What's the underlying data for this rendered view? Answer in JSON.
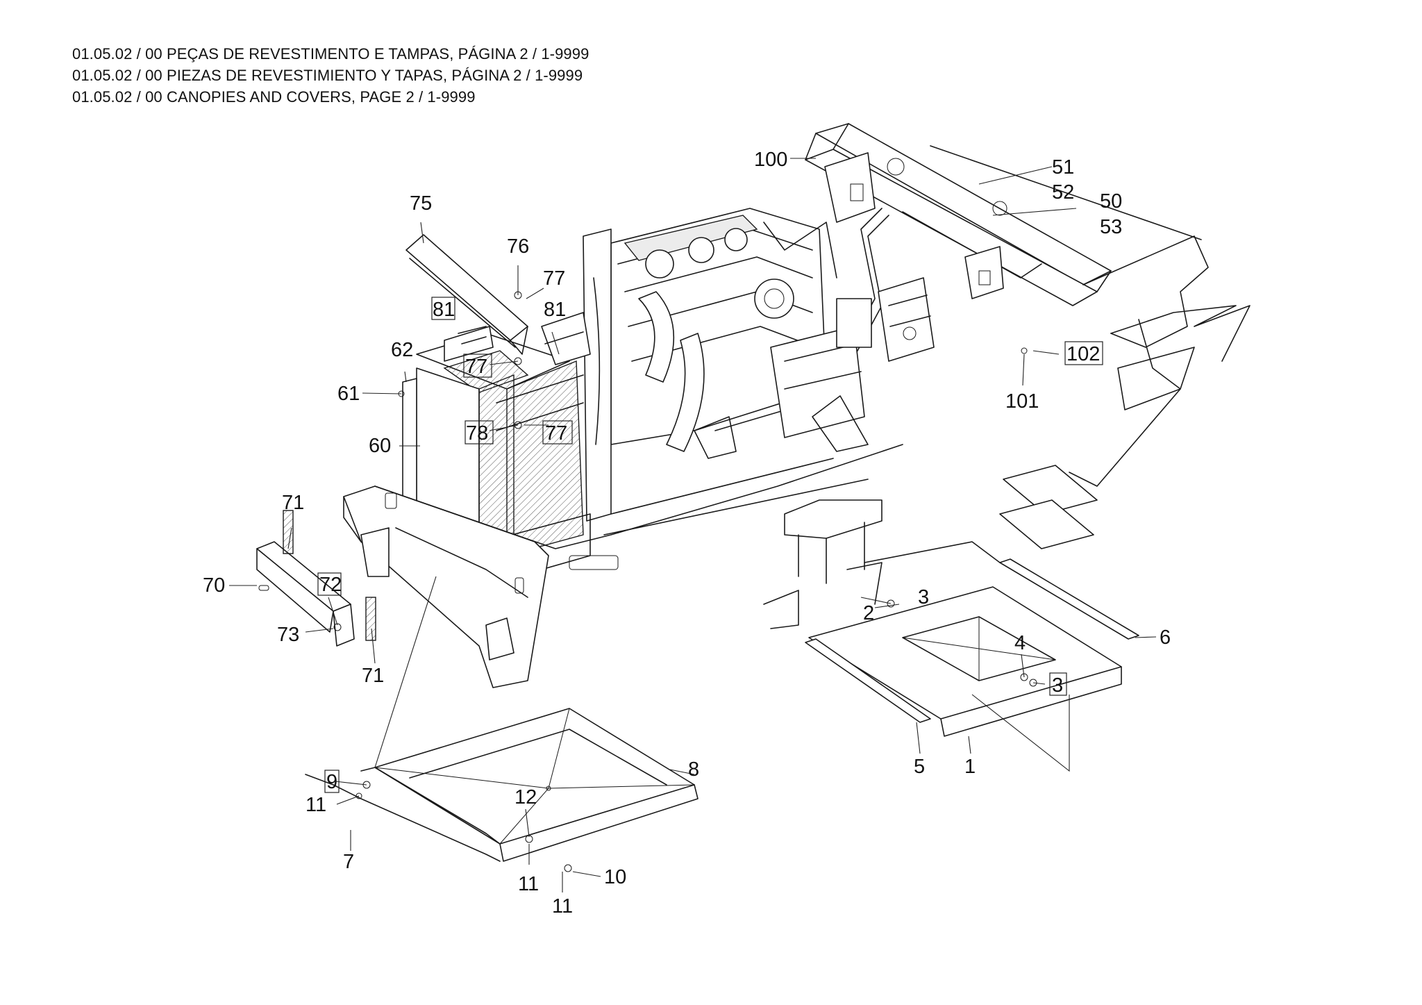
{
  "titles": [
    "01.05.02 / 00 PEÇAS DE REVESTIMENTO E TAMPAS, PÁGINA 2 / 1-9999",
    "01.05.02 / 00 PIEZAS DE REVESTIMIENTO Y TAPAS, PÁGINA 2 / 1-9999",
    "01.05.02 / 00 CANOPIES AND COVERS, PAGE 2 / 1-9999"
  ],
  "callouts": {
    "c100": "100",
    "c51": "51",
    "c52": "52",
    "c50": "50",
    "c53": "53",
    "c75": "75",
    "c76": "76",
    "c77a": "77",
    "c81a": "81",
    "c81b": "81",
    "c62": "62",
    "c77b": "77",
    "c61": "61",
    "c78": "78",
    "c77c": "77",
    "c60": "60",
    "c102": "102",
    "c101": "101",
    "c71a": "71",
    "c70": "70",
    "c72": "72",
    "c73": "73",
    "c71b": "71",
    "c3a": "3",
    "c2": "2",
    "c4": "4",
    "c6": "6",
    "c3b": "3",
    "c5": "5",
    "c1": "1",
    "c8": "8",
    "c9": "9",
    "c11a": "11",
    "c12": "12",
    "c7": "7",
    "c11b": "11",
    "c10": "10",
    "c11c": "11"
  }
}
